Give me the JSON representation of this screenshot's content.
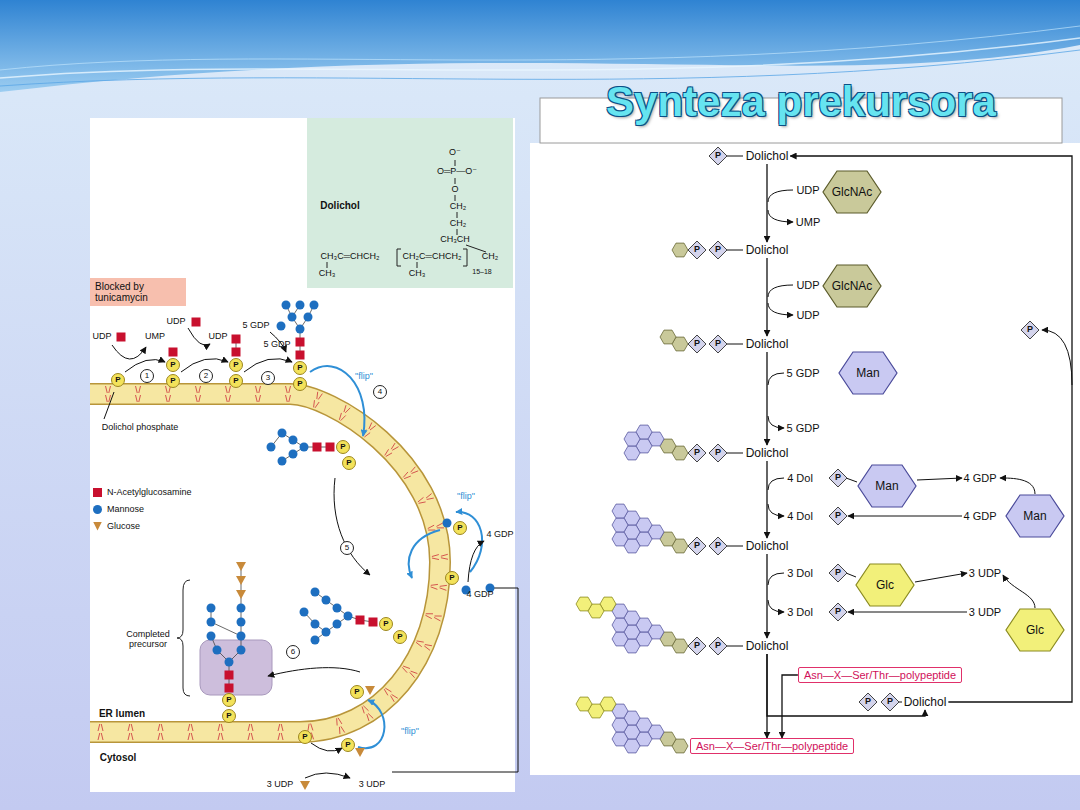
{
  "diagram": {
    "title": "Synteza prekursora",
    "nodes": [
      {
        "text": [
          "Blocked by tunicamycin"
        ]
      },
      {
        "text": [
          "Dolichol"
        ]
      },
      {
        "text": [
          "GlcNAc"
        ]
      },
      {
        "text": [
          "Dolichol"
        ]
      },
      {
        "text": [
          "GlcNAc"
        ]
      },
      {
        "text": [
          "Dolichol"
        ]
      },
      {
        "text": [
          "Man"
        ]
      },
      {
        "text": [
          "Dolichol"
        ]
      },
      {
        "text": [
          "Man"
        ]
      },
      {
        "text": [
          "Man"
        ]
      },
      {
        "text": [
          "Dolichol"
        ]
      },
      {
        "text": [
          "Glc"
        ]
      },
      {
        "text": [
          "Glc"
        ]
      },
      {
        "text": [
          "Dolichol"
        ]
      },
      {
        "text": [
          "Asn—X—Ser/Thr—polypeptide"
        ]
      },
      {
        "text": [
          "Dolichol"
        ]
      },
      {
        "text": [
          "Asn—X—Ser/Thr—polypeptide"
        ]
      }
    ],
    "edges": [
      {
        "from": 1,
        "to": 3,
        "arrow": "to"
      },
      {
        "from": 3,
        "to": 5,
        "arrow": "to"
      },
      {
        "from": 5,
        "to": 7,
        "arrow": "to"
      },
      {
        "from": 7,
        "to": 10,
        "arrow": "to"
      },
      {
        "from": 10,
        "to": 13,
        "arrow": "to"
      },
      {
        "from": 13,
        "to": 16,
        "arrow": "to"
      },
      {
        "from": 14,
        "to": 16,
        "arrow": "to"
      },
      {
        "from": 13,
        "to": 15,
        "arrow": "to"
      },
      {
        "from": 15,
        "to": 1,
        "arrow": "to"
      }
    ],
    "labels": [
      "Dolichol",
      "O⁻",
      "O═P—O⁻",
      "O",
      "CH₂",
      "CH₂",
      "CH₃CH",
      "CH₃C═CHCH₂",
      "CH₂C═CHCH₂",
      "CH₂",
      "CH₃",
      "CH₃",
      "15–18",
      "UDP",
      "UMP",
      "UDP",
      "UDP",
      "5 GDP",
      "5 GDP",
      "1",
      "2",
      "3",
      "4",
      "5",
      "6",
      "\"flip\"",
      "\"flip\"",
      "\"flip\"",
      "Dolichol phosphate",
      "4 GDP",
      "4 GDP",
      "Completed precursor",
      "ER lumen",
      "Cytosol",
      "3 UDP",
      "3 UDP",
      "P",
      "P",
      "P",
      "P",
      "P",
      "P",
      "P",
      "P",
      "P",
      "P",
      "P",
      "P",
      "P",
      "P",
      "P",
      "P",
      "P",
      "P",
      "UDP",
      "UMP",
      "UDP",
      "UDP",
      "5 GDP",
      "5 GDP",
      "4 Dol",
      "4 Dol",
      "4 GDP",
      "4 GDP",
      "3 Dol",
      "3 Dol",
      "3 UDP",
      "3 UDP",
      "P",
      "P",
      "P",
      "P",
      "P",
      "P",
      "P",
      "P",
      "P",
      "P",
      "P",
      "P",
      "P",
      "P",
      "P",
      "P",
      "P",
      "P"
    ],
    "legend": [
      {
        "text": "N-Acetylglucosamine",
        "color": "#c8102e"
      },
      {
        "text": "Mannose",
        "color": "#1e6fc0"
      },
      {
        "text": "Glucose",
        "color": "#c88a3a"
      }
    ]
  }
}
